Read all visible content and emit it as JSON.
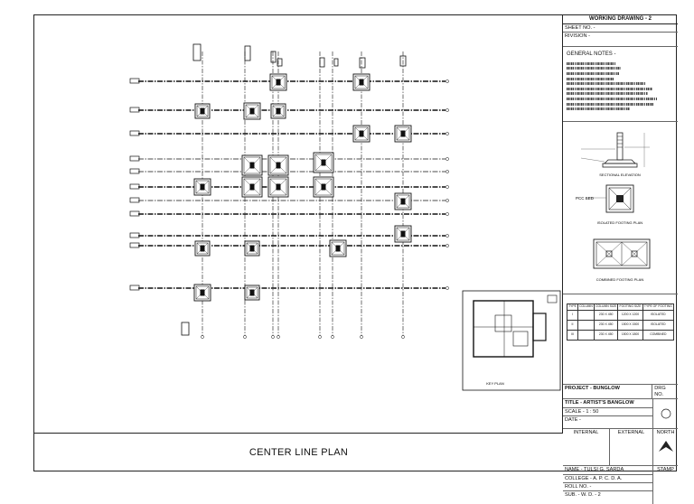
{
  "sheet": {
    "header": "WORKING DRAWING - 2",
    "sheet_no": "SHEET NO. -",
    "revision": "RIVISION -",
    "general_notes_title": "GENERAL NOTES -",
    "general_notes_line_count": 10
  },
  "details": {
    "sectional_elevation_label": "SECTIONAL ELEVATION",
    "pcc_bed_label": "PCC BED",
    "isolated_footing_label": "ISOLATED FOOTING PLAN",
    "combined_footing_label": "COMBINED FOOTING PLAN"
  },
  "schedule": {
    "columns": [
      "TYPE",
      "COLUMN",
      "COLUMN SIZE",
      "FOOTING SIZE",
      "TYPE OF FOOTING"
    ],
    "rows": [
      [
        "I",
        "",
        "230 X 450",
        "1200 X 1200",
        "ISOLATED"
      ],
      [
        "II",
        "",
        "230 X 450",
        "1500 X 1500",
        "ISOLATED"
      ],
      [
        "III",
        "",
        "230 X 450",
        "1500 X 1800",
        "COMBINED"
      ]
    ]
  },
  "key_plan": {
    "label": "KEY PLAN"
  },
  "title_block": {
    "project": "PROJECT - BUNGLOW",
    "drg_no_label": "DRG NO.",
    "title": "TITLE - ARTIST'S BANGLOW",
    "scale": "SCALE - 1 : 50",
    "date": "DATE -",
    "internal": "INTERNAL",
    "external": "EXTERNAL",
    "north": "NORTH",
    "name": "NAME - TULSI G. SARDA",
    "college": "COLLEGE - A. P. C. D. A.",
    "roll_no": "ROLL NO. -",
    "subject": "SUB. - W. D. - 2",
    "stamp": "STAMP"
  },
  "drawing_title": "CENTER LINE PLAN"
}
